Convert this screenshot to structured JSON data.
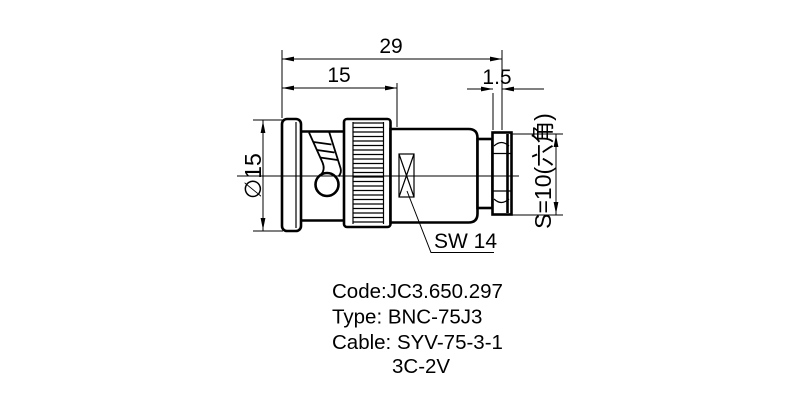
{
  "drawing": {
    "colors": {
      "ink": "#000000",
      "paper": "#ffffff"
    },
    "dimensions": {
      "overall_length": "29",
      "front_section_length": "15",
      "hex_groove_width": "1.5",
      "flange_diameter": "∅15",
      "hex_across_flats": "S=10(六角)",
      "wrench_size_label": "SW 14"
    },
    "notes": {
      "code": "Code:JC3.650.297",
      "type": "Type: BNC-75J3",
      "cable": "Cable: SYV-75-3-1",
      "cable_alt": "3C-2V"
    }
  }
}
